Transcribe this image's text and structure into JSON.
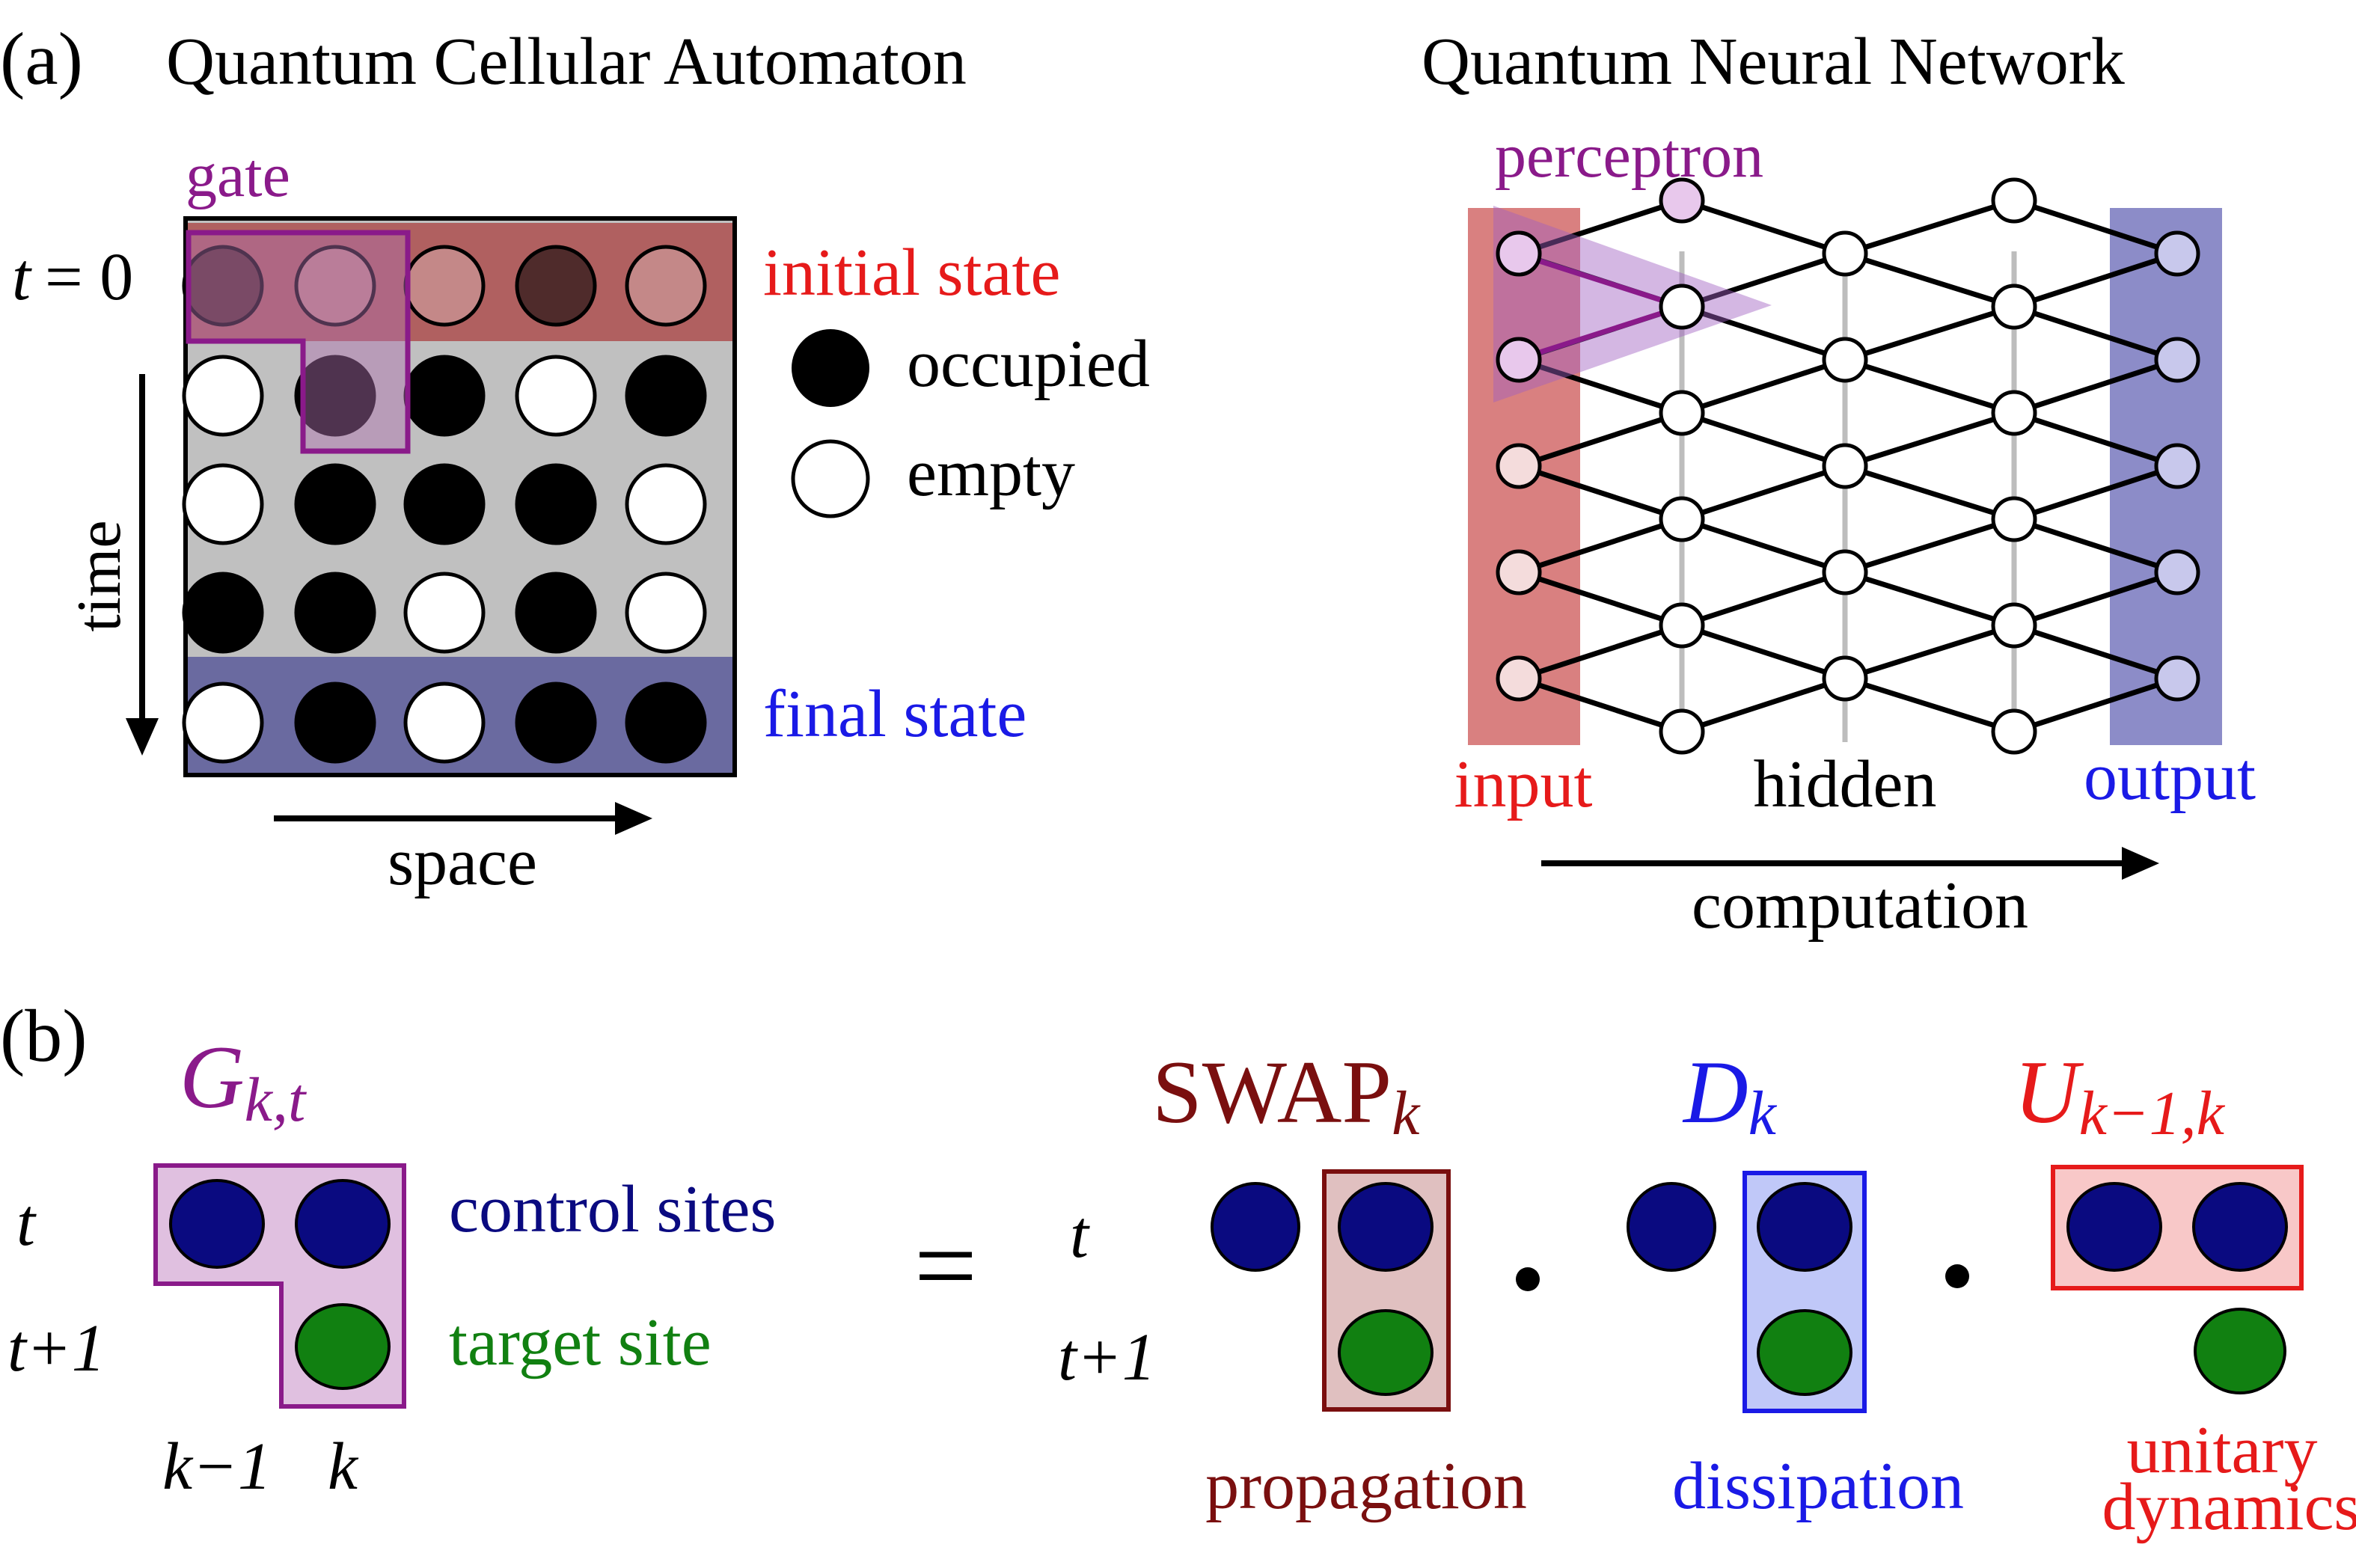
{
  "panel_a": {
    "label": "(a)",
    "qca": {
      "title": "Quantum Cellular Automaton",
      "gate_label": "gate",
      "time_label_t": "t",
      "time_label_eq": "= 0",
      "initial_state_label": "initial state",
      "final_state_label": "final state",
      "legend_occupied": "occupied",
      "legend_empty": "empty",
      "time_axis_label": "time",
      "space_axis_label": "space",
      "grid": [
        [
          "occupied",
          "empty",
          "empty",
          "occupied",
          "empty"
        ],
        [
          "empty",
          "occupied",
          "occupied",
          "empty",
          "occupied"
        ],
        [
          "empty",
          "occupied",
          "occupied",
          "occupied",
          "empty"
        ],
        [
          "occupied",
          "occupied",
          "empty",
          "occupied",
          "empty"
        ],
        [
          "empty",
          "occupied",
          "empty",
          "occupied",
          "occupied"
        ]
      ],
      "colors": {
        "initial_band": "#b06060",
        "final_band": "#6a6aa0",
        "grid_bg": "#c0c0c0",
        "gate": "#8a1a8a"
      }
    },
    "qnn": {
      "title": "Quantum Neural Network",
      "perceptron_label": "perceptron",
      "input_label": "input",
      "hidden_label": "hidden",
      "output_label": "output",
      "computation_label": "computation",
      "layer_sizes": [
        5,
        6,
        5,
        6,
        5
      ],
      "colors": {
        "input_band": "#d98080",
        "output_band": "#8c8cc8",
        "perceptron": "#8a1a8a"
      }
    }
  },
  "panel_b": {
    "label": "(b)",
    "g_base": "G",
    "g_sub": "k,t",
    "t_label": "t",
    "t1_label": "t+1",
    "control_sites_label": "control sites",
    "target_site_label": "target site",
    "k_minus_1_label": "k−1",
    "k_label": "k",
    "equals": "=",
    "dot": "·",
    "swap_base": "SWAP",
    "swap_sub": "k",
    "propagation_label": "propagation",
    "d_base": "D",
    "d_sub": "k",
    "dissipation_label": "dissipation",
    "u_base": "U",
    "u_sub": "k−1,k",
    "unitary_label_1": "unitary",
    "unitary_label_2": "dynamics",
    "colors": {
      "control": "#0a0a80",
      "target": "#118011",
      "gate": "#8a1a8a",
      "swap": "#7a0f0f",
      "dissipation": "#1a1ae6",
      "unitary": "#e61a1a"
    }
  }
}
